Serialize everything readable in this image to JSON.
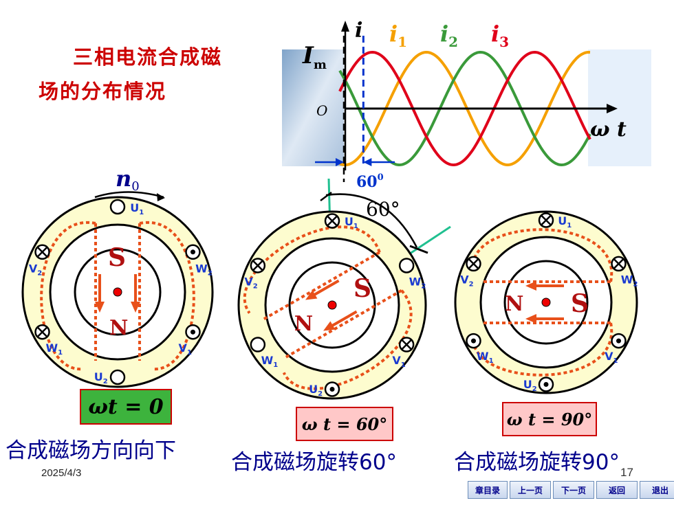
{
  "title": {
    "line1": "三相电流合成磁",
    "line2": "场的分布情况"
  },
  "waveform": {
    "y_axis_label": "i",
    "peak_label": "I",
    "peak_sub": "m",
    "origin_label": "O",
    "x_axis_label": "ω t",
    "series": [
      {
        "name": "i",
        "sub": "1",
        "color": "#f5a000"
      },
      {
        "name": "i",
        "sub": "2",
        "color": "#3a9a3a"
      },
      {
        "name": "i",
        "sub": "3",
        "color": "#e0001a"
      }
    ],
    "marker_label": "60",
    "marker_sup": "0"
  },
  "rotation": {
    "n_label": "n",
    "n_sub": "0",
    "angle_label": "60°"
  },
  "motors": [
    {
      "caption": "合成磁场方向向下",
      "time_label": "ωt = 0",
      "time_bg": "#3db33d",
      "slots": [
        "U1",
        "V2",
        "W2",
        "W1",
        "V1",
        "U2"
      ],
      "poles": [
        "N",
        "S"
      ]
    },
    {
      "caption": "合成磁场旋转60°",
      "time_label": "ω t = 60°",
      "time_bg": "#ffc8c8",
      "slots": [
        "U1",
        "V2",
        "W2",
        "W1",
        "V1",
        "U2"
      ],
      "poles": [
        "N",
        "S"
      ]
    },
    {
      "caption": "合成磁场旋转90°",
      "time_label": "ω t = 90°",
      "time_bg": "#ffc8c8",
      "slots": [
        "U1",
        "V2",
        "W2",
        "W1",
        "V1",
        "U2"
      ],
      "poles": [
        "N",
        "S"
      ]
    }
  ],
  "footer": {
    "date": "2025/4/3",
    "page": "17"
  },
  "nav": [
    "章目录",
    "上一页",
    "下一页",
    "返回",
    "退出"
  ],
  "colors": {
    "red": "#cc0000",
    "blue": "#00008b",
    "stator": "#fdfccf",
    "field": "#e8501a"
  }
}
